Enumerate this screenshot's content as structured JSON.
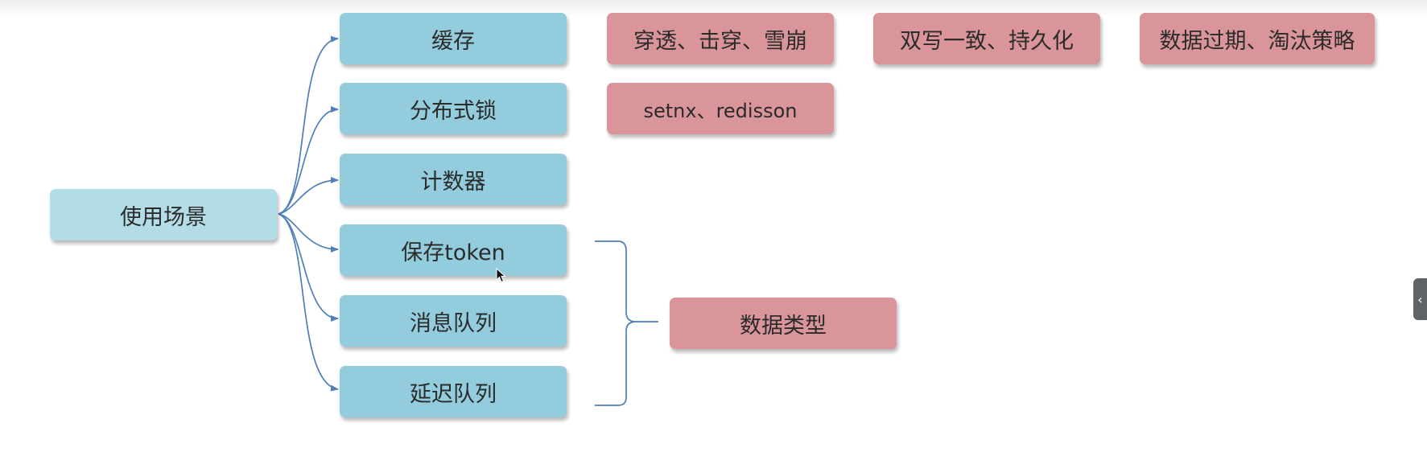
{
  "root": {
    "label": "使用场景"
  },
  "scenarios": [
    {
      "id": "cache",
      "label": "缓存"
    },
    {
      "id": "lock",
      "label": "分布式锁"
    },
    {
      "id": "counter",
      "label": "计数器"
    },
    {
      "id": "token",
      "label": "保存token"
    },
    {
      "id": "mq",
      "label": "消息队列"
    },
    {
      "id": "delay-queue",
      "label": "延迟队列"
    }
  ],
  "cache_topics": [
    {
      "label": "穿透、击穿、雪崩"
    },
    {
      "label": "双写一致、持久化"
    },
    {
      "label": "数据过期、淘汰策略"
    }
  ],
  "lock_topics": [
    {
      "label": "setnx、redisson"
    }
  ],
  "group_topic": {
    "label": "数据类型"
  },
  "side_tab": {
    "icon": "chevron-left-icon",
    "glyph": "‹"
  },
  "colors": {
    "root": "#b3dde6",
    "scenario": "#93ccdd",
    "topic": "#d9959a",
    "connector": "#4f7fb8"
  }
}
